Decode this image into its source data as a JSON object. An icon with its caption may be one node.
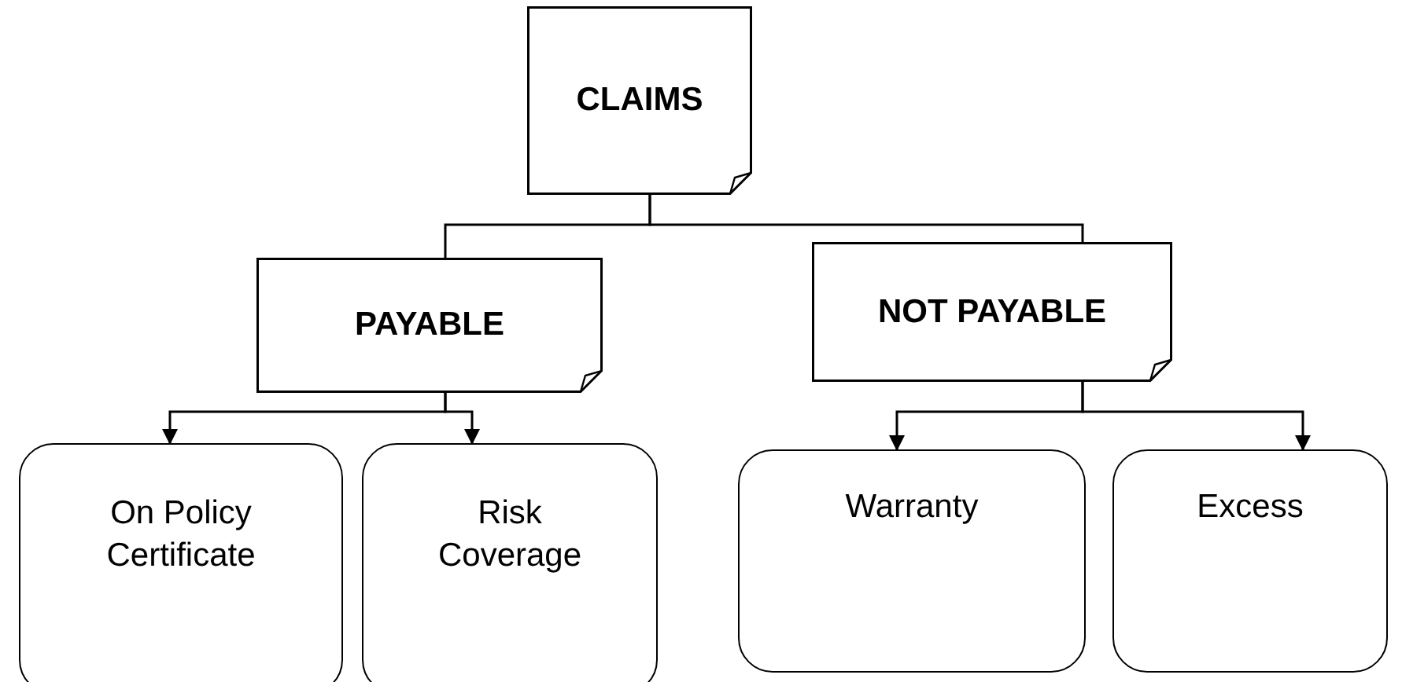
{
  "diagram": {
    "nodes": [
      {
        "text": [
          "CLAIMS"
        ]
      },
      {
        "text": [
          "PAYABLE"
        ]
      },
      {
        "text": [
          "NOT PAYABLE"
        ]
      },
      {
        "text": [
          "On Policy Certificate"
        ]
      },
      {
        "text": [
          "Risk Coverage"
        ]
      },
      {
        "text": [
          "Warranty"
        ]
      },
      {
        "text": [
          "Excess"
        ]
      }
    ],
    "edges": [
      {
        "from": 0,
        "to": 1,
        "arrow": "none"
      },
      {
        "from": 0,
        "to": 2,
        "arrow": "none"
      },
      {
        "from": 1,
        "to": 3,
        "arrow": "to"
      },
      {
        "from": 1,
        "to": 4,
        "arrow": "to"
      },
      {
        "from": 2,
        "to": 5,
        "arrow": "to"
      },
      {
        "from": 2,
        "to": 6,
        "arrow": "to"
      }
    ]
  }
}
